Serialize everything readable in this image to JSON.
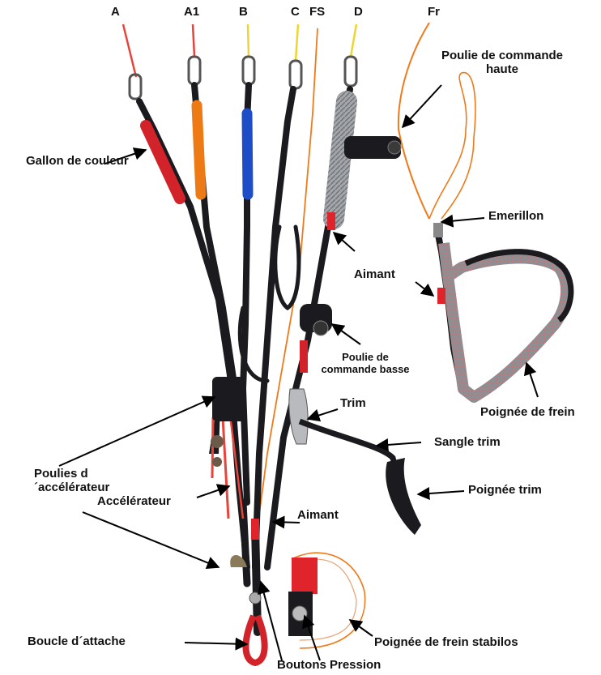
{
  "colors": {
    "riser_webbing": "#1b1b1f",
    "line_red": "#e8443a",
    "line_orange": "#f07a1a",
    "line_yellow": "#ecd632",
    "gallon_red": "#d2232a",
    "gallon_orange": "#ee7a16",
    "gallon_blue": "#1d4ec8",
    "grey_webbing": "#9a9da1",
    "magnet_red": "#e0242b",
    "background": "#ffffff"
  },
  "top_labels": {
    "a": "A",
    "a1": "A1",
    "b": "B",
    "c": "C",
    "fs": "FS",
    "d": "D",
    "fr": "Fr"
  },
  "callouts": {
    "poulie_haute": "Poulie de commande haute",
    "gallon": "Gallon de couleur",
    "emerillon": "Emerillon",
    "aimant_top": "Aimant",
    "poulie_basse": "Poulie de commande basse",
    "trim": "Trim",
    "poignee_frein": "Poignée de frein",
    "sangle_trim": "Sangle trim",
    "poulies_acc": "Poulies d´accélérateur",
    "accelerateur": "Accélérateur",
    "poignee_trim": "Poignée trim",
    "aimant_bottom": "Aimant",
    "boucle": "Boucle d´attache",
    "frein_stabilos": "Poignée de frein stabilos",
    "boutons": "Boutons Pression"
  }
}
